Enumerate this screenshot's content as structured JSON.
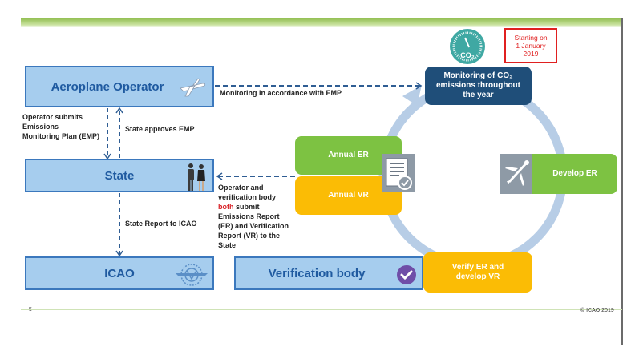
{
  "slide": {
    "page_number": "5",
    "copyright": "© ICAO 2019"
  },
  "entities": {
    "operator": "Aeroplane Operator",
    "state": "State",
    "icao": "ICAO",
    "verification_body": "Verification body"
  },
  "flows": {
    "submit_emp_1": "Operator submits",
    "submit_emp_2": "Emissions",
    "submit_emp_3": "Monitoring Plan (EMP)",
    "approve_emp": "State approves EMP",
    "monitoring_emp": "Monitoring in accordance with EMP",
    "state_report": "State Report to ICAO",
    "submit_reports_1": "Operator and",
    "submit_reports_2": "verification body",
    "submit_reports_both": "both",
    "submit_reports_3": " submit",
    "submit_reports_4": "Emissions Report",
    "submit_reports_5": "(ER) and Verification",
    "submit_reports_6": "Report (VR) to the",
    "submit_reports_7": "State"
  },
  "cycle": {
    "monitoring_1": "Monitoring of CO₂",
    "monitoring_2": "emissions throughout",
    "monitoring_3": "the year",
    "develop_er": "Develop ER",
    "verify_1": "Verify ER and",
    "verify_2": "develop VR",
    "annual_er": "Annual ER",
    "annual_vr": "Annual VR",
    "co2_gauge_label": "CO₂"
  },
  "start_note": {
    "line1": "Starting on",
    "line2": "1 January",
    "line3": "2019"
  },
  "colors": {
    "entity_fill": "#a6cdee",
    "entity_border": "#3b78bd",
    "green": "#7dc242",
    "yellow": "#fbbc05",
    "navy": "#1f4e79",
    "cycle_ring": "#b7cde6",
    "red": "#e02020"
  }
}
